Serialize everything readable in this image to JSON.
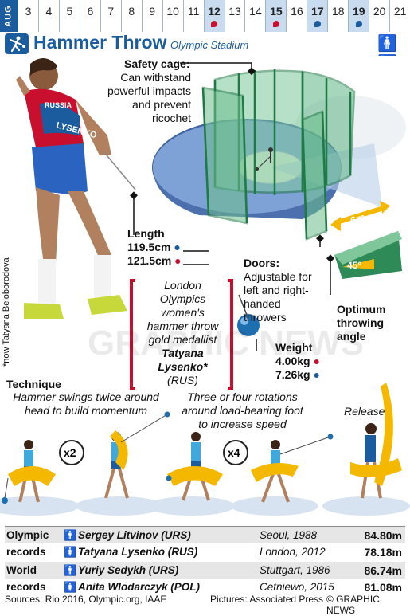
{
  "date_strip": {
    "month": "AUG",
    "days": [
      {
        "n": "3",
        "hl": false,
        "dot": ""
      },
      {
        "n": "4",
        "hl": false,
        "dot": ""
      },
      {
        "n": "5",
        "hl": false,
        "dot": ""
      },
      {
        "n": "6",
        "hl": false,
        "dot": ""
      },
      {
        "n": "7",
        "hl": false,
        "dot": ""
      },
      {
        "n": "8",
        "hl": false,
        "dot": ""
      },
      {
        "n": "9",
        "hl": false,
        "dot": ""
      },
      {
        "n": "10",
        "hl": false,
        "dot": ""
      },
      {
        "n": "11",
        "hl": false,
        "dot": ""
      },
      {
        "n": "12",
        "hl": true,
        "dot": "#c8102e"
      },
      {
        "n": "13",
        "hl": false,
        "dot": ""
      },
      {
        "n": "14",
        "hl": false,
        "dot": ""
      },
      {
        "n": "15",
        "hl": true,
        "dot": "#c8102e"
      },
      {
        "n": "16",
        "hl": false,
        "dot": ""
      },
      {
        "n": "17",
        "hl": true,
        "dot": "#1a5c9e"
      },
      {
        "n": "18",
        "hl": false,
        "dot": ""
      },
      {
        "n": "19",
        "hl": true,
        "dot": "#1a5c9e"
      },
      {
        "n": "20",
        "hl": false,
        "dot": ""
      },
      {
        "n": "21",
        "hl": false,
        "dot": ""
      }
    ]
  },
  "header": {
    "title": "Hammer Throw",
    "venue": "Olympic Stadium"
  },
  "annotations": {
    "cage_label": "Safety cage:",
    "cage_text": [
      "Can withstand",
      "powerful impacts",
      "and prevent",
      "ricochet"
    ],
    "length_label": "Length",
    "length_m": "119.5cm",
    "length_f": "121.5cm",
    "doors_label": "Doors:",
    "doors_text": [
      "Adjustable for",
      "left and right-",
      "handed",
      "throwers"
    ],
    "angle_label": [
      "Optimum",
      "throwing",
      "angle"
    ],
    "angle_value": "45°",
    "sector_distance": "6m",
    "weight_label": "Weight",
    "weight_m": "4.00kg",
    "weight_f": "7.26kg",
    "medallist_text": [
      "London",
      "Olympics",
      "women's",
      "hammer throw",
      "gold medallist"
    ],
    "medallist_name": [
      "Tatyana",
      "Lysenko*"
    ],
    "medallist_country": "(RUS)",
    "footnote": "*now Tatyana Beloborodova",
    "bib_country": "RUSSIA",
    "bib_name": "LYSENKO"
  },
  "technique": {
    "label": "Technique",
    "step1": [
      "Hammer swings twice around",
      "head to build momentum"
    ],
    "step2": [
      "Three or four rotations",
      "around load-bearing foot",
      "to increase speed"
    ],
    "release": "Release",
    "x2": "x2",
    "x4": "x4"
  },
  "records": [
    {
      "category": "Olympic",
      "icon": "male",
      "name": "Sergey Litvinov (URS)",
      "place": "Seoul, 1988",
      "mark": "84.80m"
    },
    {
      "category": "records",
      "icon": "female",
      "name": "Tatyana Lysenko (RUS)",
      "place": "London, 2012",
      "mark": "78.18m"
    },
    {
      "category": "World",
      "icon": "male",
      "name": "Yuriy Sedykh (URS)",
      "place": "Stuttgart, 1986",
      "mark": "86.74m"
    },
    {
      "category": "records",
      "icon": "female",
      "name": "Anita Wlodarczyk (POL)",
      "place": "Cetniewo, 2015",
      "mark": "81.08m"
    }
  ],
  "footer": {
    "sources": "Sources: Rio 2016, Olympic.org, IAAF",
    "pictures": "Pictures: Associated Press",
    "credit": "© GRAPHIC NEWS"
  },
  "watermark": "GRAPHIC NEWS",
  "colors": {
    "blue": "#1a5c9e",
    "red": "#c8102e",
    "cage": "#2e8b57",
    "yellow": "#f5b800",
    "disk": "#6a8fc9"
  }
}
